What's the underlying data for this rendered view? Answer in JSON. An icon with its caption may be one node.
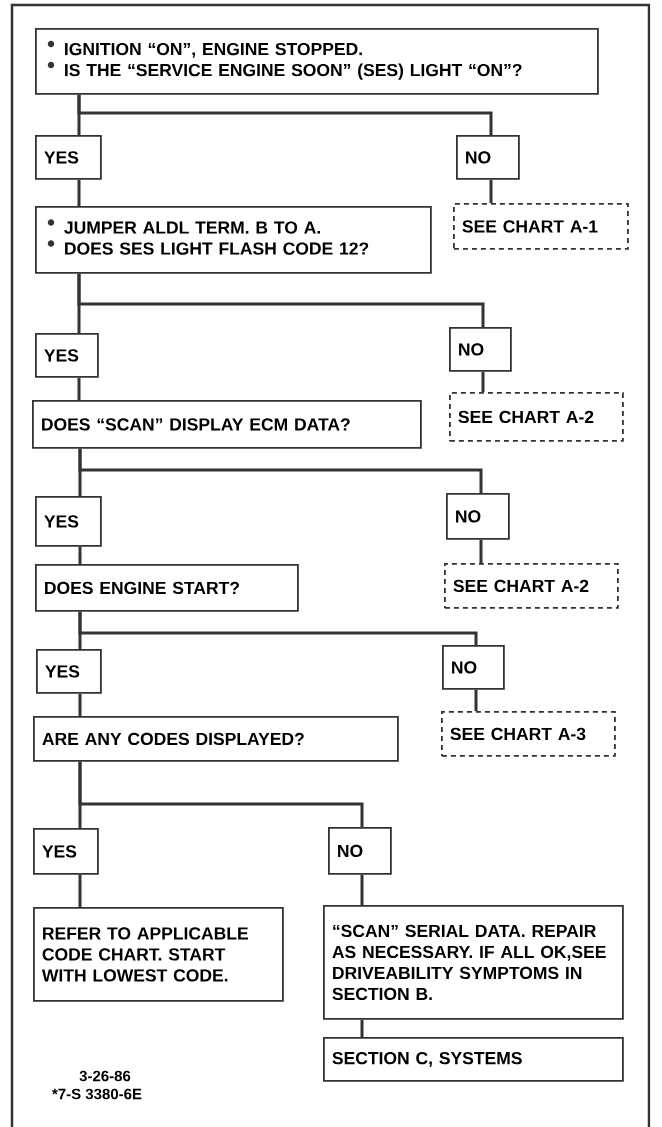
{
  "diagram": {
    "nodes": [
      {
        "text": [
          "IGNITION “ON”, ENGINE STOPPED.",
          "IS THE “SERVICE ENGINE SOON” (SES) LIGHT “ON”?"
        ]
      },
      {
        "text": [
          "YES"
        ]
      },
      {
        "text": [
          "NO"
        ]
      },
      {
        "text": [
          "JUMPER ALDL TERM. B TO A.",
          "DOES SES LIGHT FLASH CODE 12?"
        ]
      },
      {
        "text": [
          "SEE CHART A-1"
        ]
      },
      {
        "text": [
          "YES"
        ]
      },
      {
        "text": [
          "NO"
        ]
      },
      {
        "text": [
          "DOES “SCAN” DISPLAY ECM DATA?"
        ]
      },
      {
        "text": [
          "SEE CHART A-2"
        ]
      },
      {
        "text": [
          "YES"
        ]
      },
      {
        "text": [
          "NO"
        ]
      },
      {
        "text": [
          "DOES ENGINE START?"
        ]
      },
      {
        "text": [
          "SEE CHART A-2"
        ]
      },
      {
        "text": [
          "YES"
        ]
      },
      {
        "text": [
          "NO"
        ]
      },
      {
        "text": [
          "ARE ANY CODES DISPLAYED?"
        ]
      },
      {
        "text": [
          "SEE CHART A-3"
        ]
      },
      {
        "text": [
          "YES"
        ]
      },
      {
        "text": [
          "NO"
        ]
      },
      {
        "text": [
          "REFER TO APPLICABLE CODE CHART. START WITH LOWEST CODE."
        ]
      },
      {
        "text": [
          "“SCAN” SERIAL DATA. REPAIR AS NECESSARY. IF ALL OK,SEE DRIVEABILITY SYMPTOMS IN SECTION B."
        ]
      },
      {
        "text": [
          "SECTION C, SYSTEMS"
        ]
      }
    ],
    "edges": [
      {
        "from": 0,
        "to": 1,
        "arrow": "none"
      },
      {
        "from": 0,
        "to": 2,
        "arrow": "none"
      },
      {
        "from": 1,
        "to": 3,
        "arrow": "none"
      },
      {
        "from": 2,
        "to": 4,
        "arrow": "none"
      },
      {
        "from": 3,
        "to": 5,
        "arrow": "none"
      },
      {
        "from": 3,
        "to": 6,
        "arrow": "none"
      },
      {
        "from": 5,
        "to": 7,
        "arrow": "none"
      },
      {
        "from": 6,
        "to": 8,
        "arrow": "none"
      },
      {
        "from": 7,
        "to": 9,
        "arrow": "none"
      },
      {
        "from": 7,
        "to": 10,
        "arrow": "none"
      },
      {
        "from": 9,
        "to": 11,
        "arrow": "none"
      },
      {
        "from": 10,
        "to": 12,
        "arrow": "none"
      },
      {
        "from": 11,
        "to": 13,
        "arrow": "none"
      },
      {
        "from": 11,
        "to": 14,
        "arrow": "none"
      },
      {
        "from": 13,
        "to": 15,
        "arrow": "none"
      },
      {
        "from": 14,
        "to": 16,
        "arrow": "none"
      },
      {
        "from": 15,
        "to": 17,
        "arrow": "none"
      },
      {
        "from": 15,
        "to": 18,
        "arrow": "none"
      },
      {
        "from": 17,
        "to": 19,
        "arrow": "none"
      },
      {
        "from": 18,
        "to": 20,
        "arrow": "none"
      },
      {
        "from": 20,
        "to": 21,
        "arrow": "none"
      }
    ],
    "labels": [
      "3-26-86",
      "*7-S 3380-6E"
    ]
  }
}
